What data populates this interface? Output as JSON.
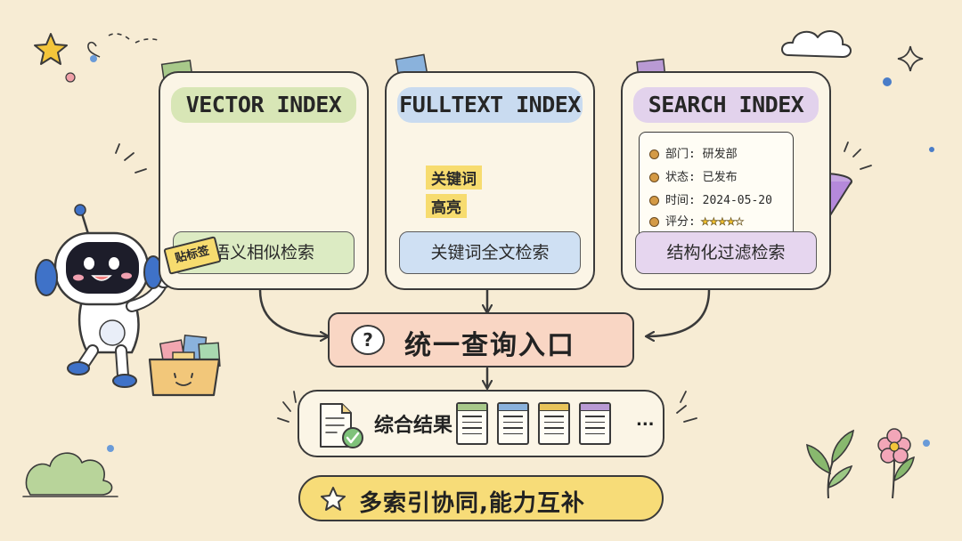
{
  "cards": [
    {
      "title": "VECTOR INDEX",
      "footer": "语义相似检索",
      "title_color": "#d8e6b6",
      "footer_color": "#dcebc3"
    },
    {
      "title": "FULLTEXT INDEX",
      "footer": "关键词全文检索",
      "title_color": "#c9dbf0",
      "footer_color": "#cfe0f3",
      "highlights": [
        "关键词",
        "高亮"
      ]
    },
    {
      "title": "SEARCH INDEX",
      "footer": "结构化过滤检索",
      "title_color": "#e2d2ec",
      "footer_color": "#e6d6ef",
      "fields": [
        {
          "label": "部门: 研发部"
        },
        {
          "label": "状态: 已发布"
        },
        {
          "label": "时间: 2024-05-20"
        },
        {
          "label": "评分:",
          "rating": 4,
          "max": 5
        }
      ]
    }
  ],
  "robot_tag": "贴标签",
  "query_entry": {
    "icon": "question-mark-icon",
    "icon_text": "?",
    "label": "统一查询入口",
    "color": "#f9d6c4"
  },
  "results": {
    "label": "综合结果",
    "ellipsis": "...",
    "doc_colors": [
      "#a8c98a",
      "#8ab2dc",
      "#e8c45a",
      "#b99ad4"
    ]
  },
  "slogan": {
    "icon": "star-icon",
    "label": "多索引协同,能力互补",
    "color": "#f7dc78"
  },
  "colors": {
    "background": "#f7ecd4",
    "ink": "#3a3a3a",
    "robot_blue": "#3f72c8"
  }
}
